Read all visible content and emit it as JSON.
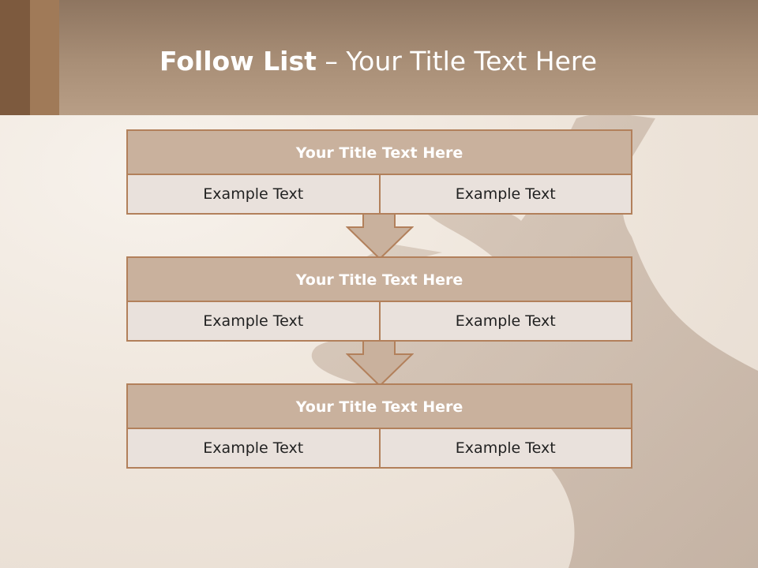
{
  "slide": {
    "title_bold": "Follow List",
    "title_sep": " – ",
    "title_rest": "Your Title Text Here"
  },
  "blocks": [
    {
      "title": "Your Title Text Here",
      "left": "Example Text",
      "right": "Example Text"
    },
    {
      "title": "Your Title Text Here",
      "left": "Example Text",
      "right": "Example Text"
    },
    {
      "title": "Your Title Text Here",
      "left": "Example Text",
      "right": "Example Text"
    }
  ],
  "colors": {
    "header": "#a98f77",
    "block_title_bg": "#c9b19d",
    "block_border": "#b2805b",
    "cell_bg": "#e9e1dc"
  }
}
